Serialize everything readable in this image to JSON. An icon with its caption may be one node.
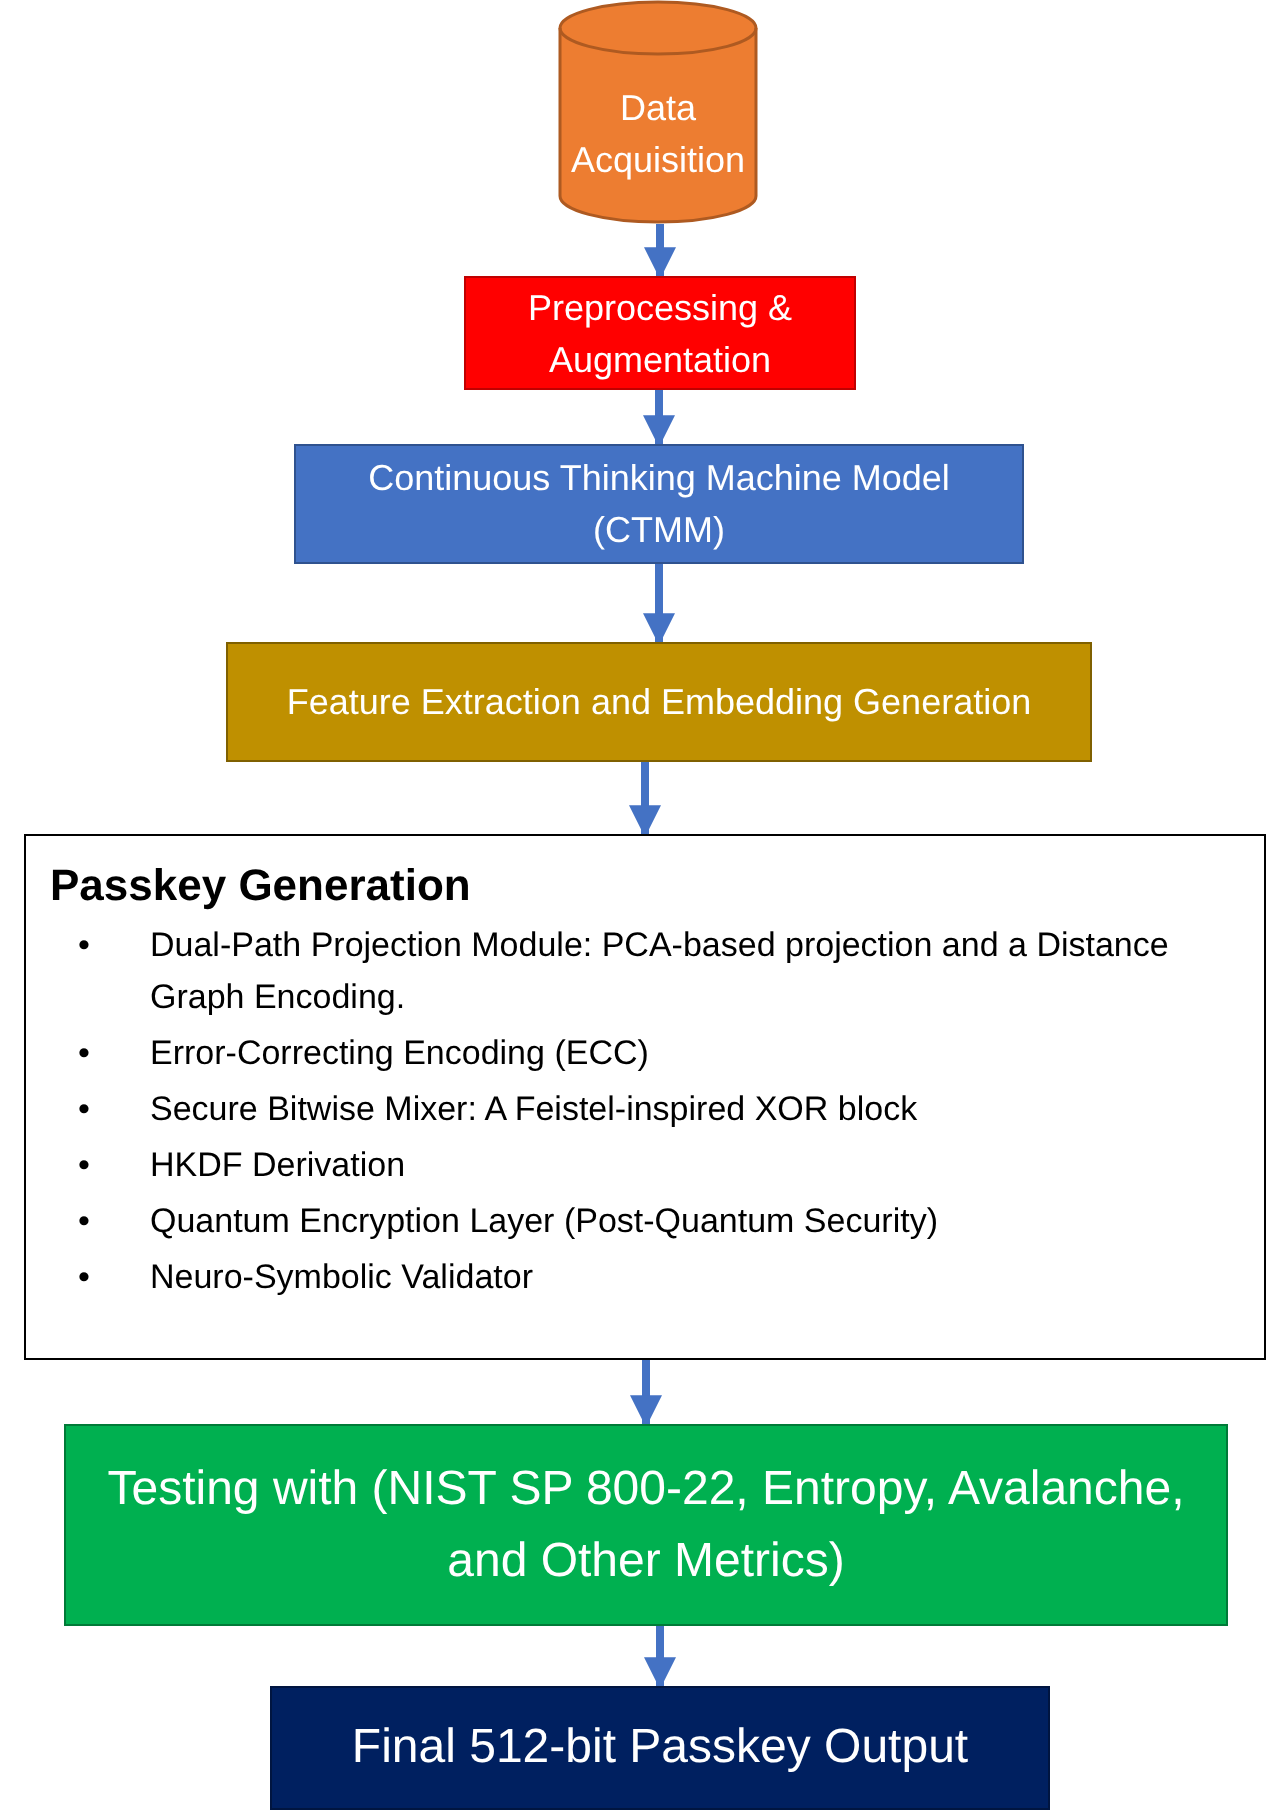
{
  "diagram": {
    "nodes": [
      {
        "text": [
          "Data Acquisition"
        ]
      },
      {
        "text": [
          "Preprocessing & Augmentation"
        ]
      },
      {
        "text": [
          "Continuous Thinking Machine Model (CTMM)"
        ]
      },
      {
        "text": [
          "Feature Extraction and Embedding Generation"
        ]
      },
      {
        "text": [
          "Passkey Generation",
          "Dual-Path Projection Module: PCA-based projection and a Distance Graph Encoding.",
          "Error-Correcting Encoding (ECC)",
          "Secure Bitwise Mixer: A Feistel-inspired XOR block",
          "HKDF Derivation",
          "Quantum Encryption Layer (Post-Quantum Security)",
          "Neuro-Symbolic Validator"
        ]
      },
      {
        "text": [
          "Testing with (NIST SP 800-22, Entropy, Avalanche, and Other Metrics)"
        ]
      },
      {
        "text": [
          "Final 512-bit Passkey Output"
        ]
      }
    ],
    "labels": [
      "•",
      "•",
      "•",
      "•",
      "•",
      "•"
    ],
    "edges": [
      {
        "from": 0,
        "to": 1,
        "arrow": "to"
      },
      {
        "from": 1,
        "to": 2,
        "arrow": "to"
      },
      {
        "from": 2,
        "to": 3,
        "arrow": "to"
      },
      {
        "from": 3,
        "to": 4,
        "arrow": "to"
      },
      {
        "from": 4,
        "to": 5,
        "arrow": "to"
      },
      {
        "from": 5,
        "to": 6,
        "arrow": "to"
      }
    ]
  }
}
